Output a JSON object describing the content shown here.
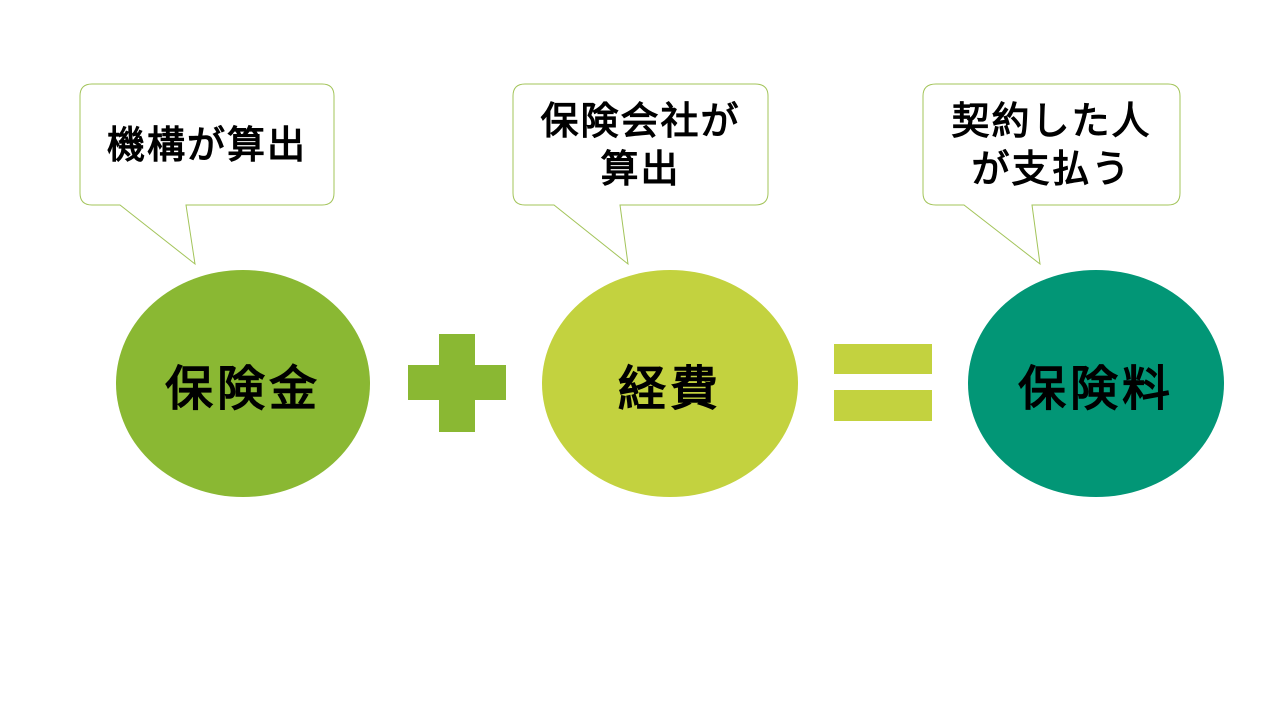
{
  "colors": {
    "insurance_benefit": "#8ab833",
    "expenses": "#c3d23f",
    "premium": "#029676",
    "plus_sign": "#8ab833",
    "equals_sign": "#c3d23f",
    "callout_border": "#a3c45a"
  },
  "terms": {
    "insurance_benefit": {
      "label": "保険金",
      "callout": [
        "機構が算出"
      ]
    },
    "expenses": {
      "label": "経費",
      "callout": [
        "保険会社が",
        "算出"
      ]
    },
    "premium": {
      "label": "保険料",
      "callout": [
        "契約した人",
        "が支払う"
      ]
    }
  },
  "operators": {
    "plus": "plus-sign",
    "equals": "equals-sign"
  }
}
